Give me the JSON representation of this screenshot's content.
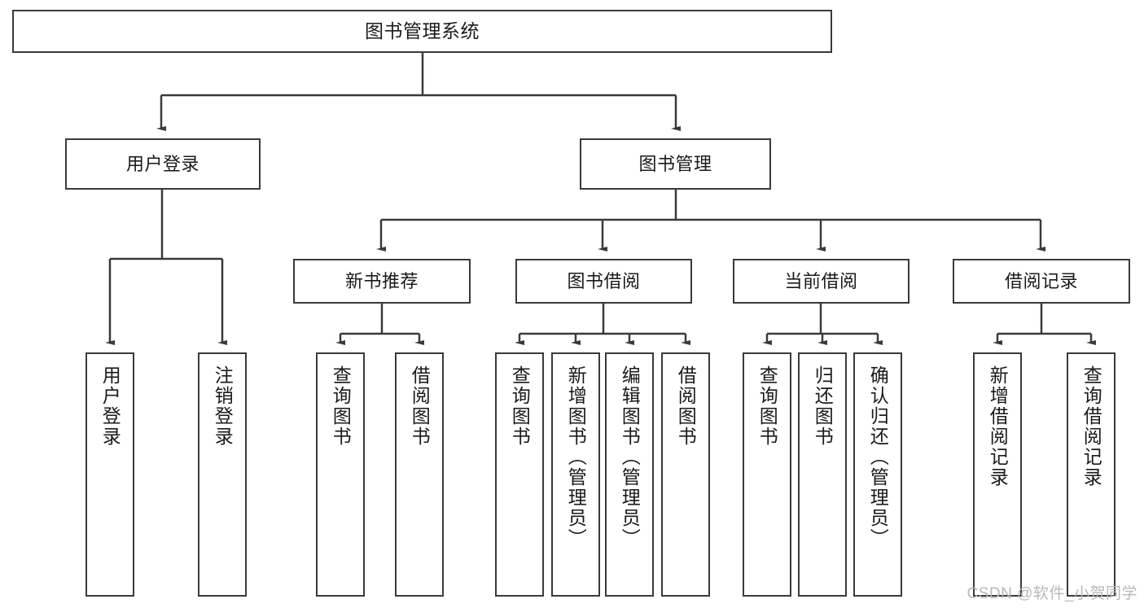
{
  "diagram": {
    "title": "图书管理系统",
    "type": "hierarchy-tree",
    "colors": {
      "border": "#3a3a3a",
      "background": "#ffffff",
      "text": "#1a1a1a",
      "connector": "#3a3a3a",
      "watermark": "#b8b8b8"
    },
    "root": {
      "label": "图书管理系统"
    },
    "level2": [
      {
        "label": "用户登录"
      },
      {
        "label": "图书管理"
      }
    ],
    "level3": [
      {
        "label": "新书推荐"
      },
      {
        "label": "图书借阅"
      },
      {
        "label": "当前借阅"
      },
      {
        "label": "借阅记录"
      }
    ],
    "leaves": {
      "user_login": [
        {
          "label": "用户登录"
        },
        {
          "label": "注销登录"
        }
      ],
      "new_book_recommend": [
        {
          "label": "查询图书"
        },
        {
          "label": "借阅图书"
        }
      ],
      "book_borrow": [
        {
          "label": "查询图书"
        },
        {
          "label": "新增图书（管理员）"
        },
        {
          "label": "编辑图书（管理员）"
        },
        {
          "label": "借阅图书"
        }
      ],
      "current_borrow": [
        {
          "label": "查询图书"
        },
        {
          "label": "归还图书"
        },
        {
          "label": "确认归还（管理员）"
        }
      ],
      "borrow_record": [
        {
          "label": "新增借阅记录"
        },
        {
          "label": "查询借阅记录"
        }
      ]
    }
  },
  "watermark": {
    "text": "CSDN @软件_小贺同学"
  }
}
